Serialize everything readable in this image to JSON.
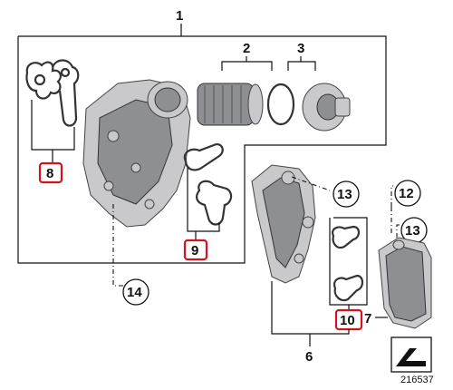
{
  "labels": {
    "p1": "1",
    "p2": "2",
    "p3": "3",
    "p6": "6",
    "p7": "7",
    "p8": "8",
    "p9": "9",
    "p10": "10",
    "p12": "12",
    "p13a": "13",
    "p13b": "13",
    "p14": "14"
  },
  "image_number": "216537",
  "colors": {
    "highlight": "#d2141e",
    "part_fill": "#c9c9cb",
    "line": "#111111"
  }
}
